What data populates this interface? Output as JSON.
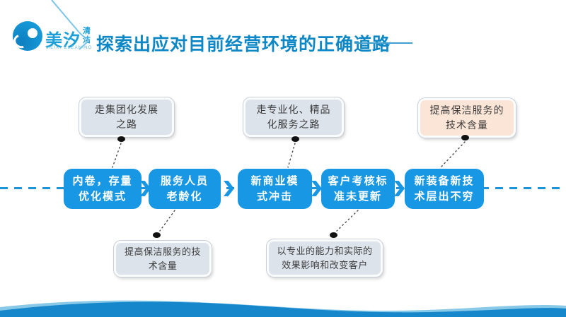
{
  "slide": {
    "logo": {
      "brand": "美汐",
      "brand_sub": "清洁",
      "brand_en": "MEIXI CLEANING"
    },
    "title": "探索出应对目前经营环境的正确道路",
    "colors": {
      "title_blue": "#0d87c6",
      "node_blue": "#1898e4",
      "dash_blue": "#1d93da",
      "callout_gray": "#dce3eb",
      "callout_peach": "#fbe5d6",
      "connector_dot_black": "#111111",
      "wave_blue": "#1787cc",
      "wave_light_blue": "#7cc3e6"
    },
    "timeline": {
      "nodes": [
        {
          "line1": "内卷，存量",
          "line2": "优化模式"
        },
        {
          "line1": "服务人员",
          "line2": "老龄化"
        },
        {
          "line1": "新商业模",
          "line2": "式冲击"
        },
        {
          "line1": "客户考核标",
          "line2": "准未更新"
        },
        {
          "line1": "新装备新技",
          "line2": "术层出不穷"
        }
      ]
    },
    "callouts_top": [
      {
        "line1": "走集团化发展",
        "line2": "之路"
      },
      {
        "line1": "走专业化、精品",
        "line2": "化服务之路"
      },
      {
        "line1": "提高保洁服务的",
        "line2": "技术含量"
      }
    ],
    "callouts_bottom": [
      {
        "line1": "提高保洁服务的技",
        "line2": "术含量"
      },
      {
        "line1": "以专业的能力和实际的",
        "line2": "效果影响和改变客户"
      }
    ]
  }
}
